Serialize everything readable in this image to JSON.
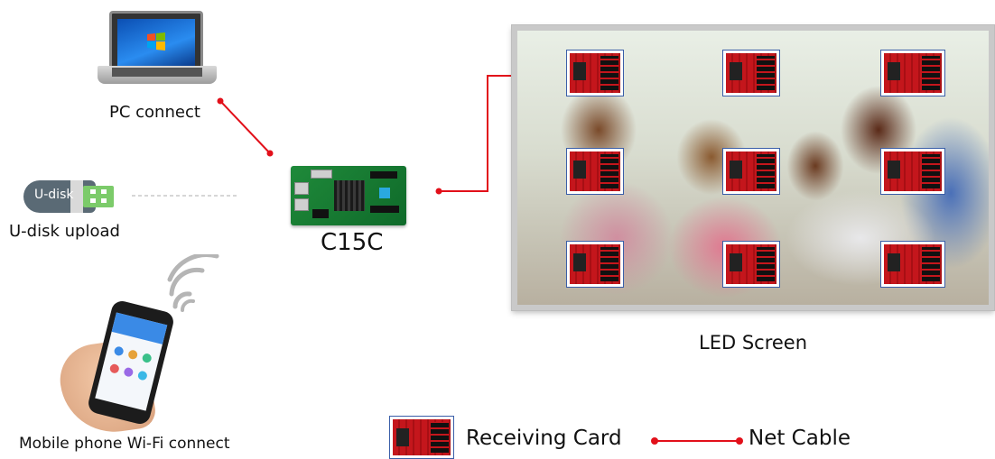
{
  "devices": {
    "pc": {
      "label": "PC connect",
      "icon": "laptop-icon"
    },
    "udisk": {
      "label": "U-disk upload",
      "icon": "usb-drive-icon",
      "drive_text": "U-disk"
    },
    "phone": {
      "label": "Mobile phone Wi-Fi connect",
      "icon": "smartphone-icon"
    },
    "controller": {
      "label": "C15C",
      "icon": "controller-card-icon"
    },
    "screen": {
      "label": "LED Screen",
      "icon": "led-screen-icon"
    }
  },
  "legend": {
    "receiving_card": "Receiving Card",
    "net_cable": "Net Cable"
  },
  "colors": {
    "cable": "#e2101a",
    "card_border": "#3a5ea8",
    "dashed_link": "#c8c8c8"
  }
}
